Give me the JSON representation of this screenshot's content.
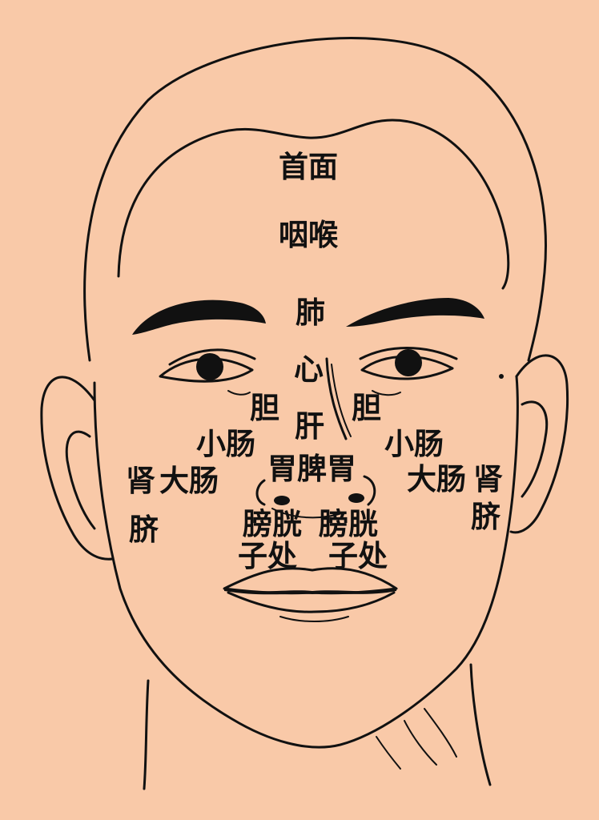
{
  "colors": {
    "background": "#F9C9A8",
    "ink": "#111111"
  },
  "zones": {
    "forehead_top": "首面",
    "forehead_mid": "咽喉",
    "between_brows": "肺",
    "nose_root": "心",
    "nose_bridge": "肝",
    "nose_tip": "脾",
    "left_nose_wing": "胃",
    "right_nose_wing": "胃",
    "left_gallbladder": "胆",
    "right_gallbladder": "胆",
    "left_small_intestine": "小肠",
    "right_small_intestine": "小肠",
    "left_large_intestine": "大肠",
    "right_large_intestine": "大肠",
    "left_kidney": "肾",
    "right_kidney": "肾",
    "left_navel": "脐",
    "right_navel": "脐",
    "left_bladder": "膀胱",
    "right_bladder": "膀胱",
    "left_uterus": "子处",
    "right_uterus": "子处"
  }
}
